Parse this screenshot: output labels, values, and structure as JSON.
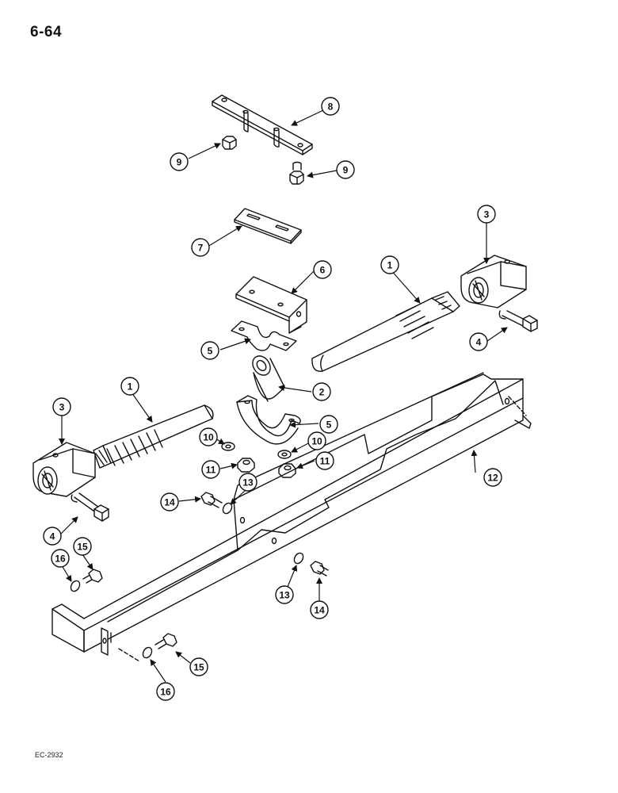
{
  "page": {
    "number": "6-64",
    "figure_code": "EC-2932"
  },
  "colors": {
    "line": "#111111",
    "paper": "#ffffff"
  },
  "callouts": [
    {
      "id": "c1a",
      "label": "1"
    },
    {
      "id": "c1b",
      "label": "1"
    },
    {
      "id": "c2",
      "label": "2"
    },
    {
      "id": "c3a",
      "label": "3"
    },
    {
      "id": "c3b",
      "label": "3"
    },
    {
      "id": "c4a",
      "label": "4"
    },
    {
      "id": "c4b",
      "label": "4"
    },
    {
      "id": "c5a",
      "label": "5"
    },
    {
      "id": "c5b",
      "label": "5"
    },
    {
      "id": "c6",
      "label": "6"
    },
    {
      "id": "c7",
      "label": "7"
    },
    {
      "id": "c8",
      "label": "8"
    },
    {
      "id": "c9a",
      "label": "9"
    },
    {
      "id": "c9b",
      "label": "9"
    },
    {
      "id": "c10a",
      "label": "10"
    },
    {
      "id": "c10b",
      "label": "10"
    },
    {
      "id": "c11a",
      "label": "11"
    },
    {
      "id": "c11b",
      "label": "11"
    },
    {
      "id": "c12",
      "label": "12"
    },
    {
      "id": "c13a",
      "label": "13"
    },
    {
      "id": "c13b",
      "label": "13"
    },
    {
      "id": "c14a",
      "label": "14"
    },
    {
      "id": "c14b",
      "label": "14"
    },
    {
      "id": "c15a",
      "label": "15"
    },
    {
      "id": "c15b",
      "label": "15"
    },
    {
      "id": "c16a",
      "label": "16"
    },
    {
      "id": "c16b",
      "label": "16"
    }
  ]
}
